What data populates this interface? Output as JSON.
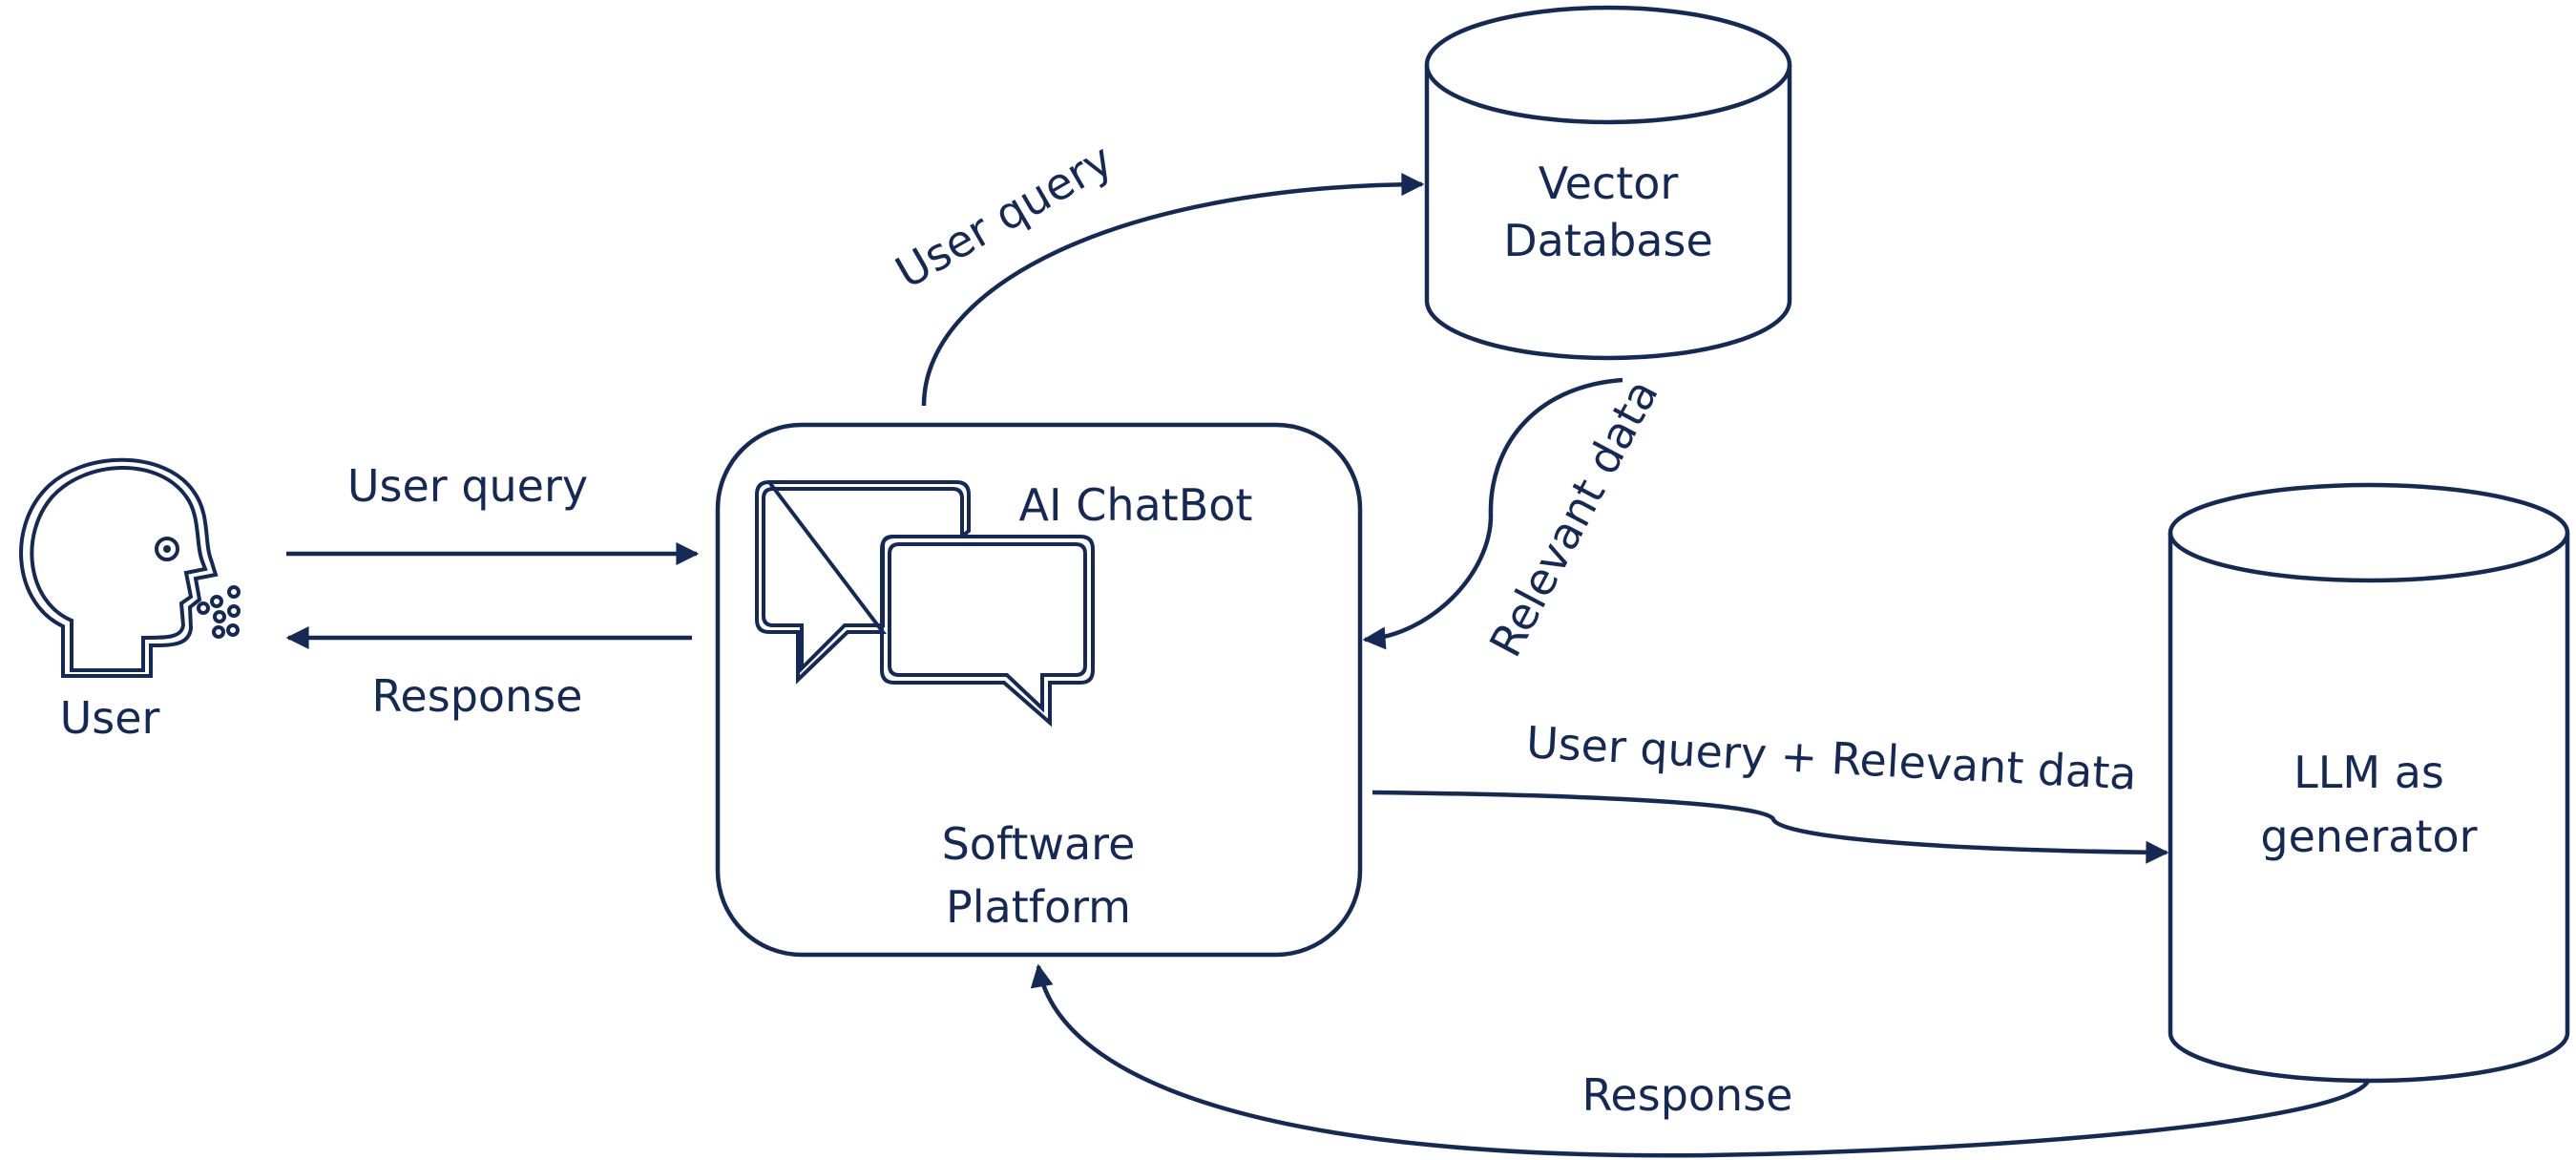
{
  "diagram": {
    "colors": {
      "ink": "#152957",
      "background": "#ffffff"
    },
    "nodes": {
      "user": {
        "label": "User",
        "icon": "speaking-head-icon"
      },
      "platform": {
        "title": "AI ChatBot",
        "label_line1": "Software",
        "label_line2": "Platform",
        "icon": "chat-bubbles-icon"
      },
      "vector_db": {
        "label_line1": "Vector",
        "label_line2": "Database"
      },
      "llm": {
        "label_line1": "LLM as",
        "label_line2": "generator"
      }
    },
    "edges": {
      "user_to_platform": "User query",
      "platform_to_user": "Response",
      "platform_to_vectordb": "User query",
      "vectordb_to_platform": "Relevant data",
      "platform_to_llm": "User query + Relevant data",
      "llm_to_platform": "Response"
    }
  }
}
